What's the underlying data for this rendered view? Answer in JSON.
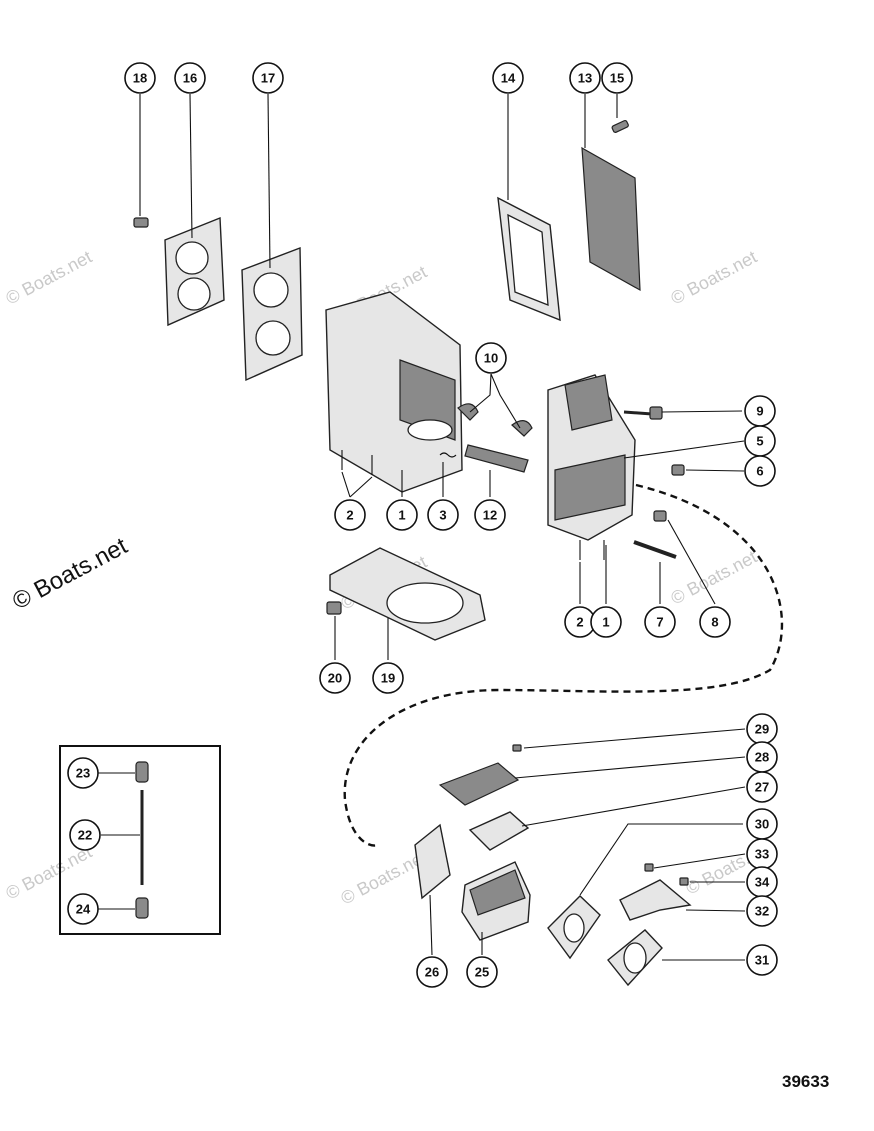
{
  "callouts": [
    {
      "id": "c18",
      "label": "18"
    },
    {
      "id": "c16",
      "label": "16"
    },
    {
      "id": "c17",
      "label": "17"
    },
    {
      "id": "c14",
      "label": "14"
    },
    {
      "id": "c13",
      "label": "13"
    },
    {
      "id": "c15",
      "label": "15"
    },
    {
      "id": "c10",
      "label": "10"
    },
    {
      "id": "c9",
      "label": "9"
    },
    {
      "id": "c5",
      "label": "5"
    },
    {
      "id": "c6",
      "label": "6"
    },
    {
      "id": "c2a",
      "label": "2"
    },
    {
      "id": "c1a",
      "label": "1"
    },
    {
      "id": "c3",
      "label": "3"
    },
    {
      "id": "c12",
      "label": "12"
    },
    {
      "id": "c2b",
      "label": "2"
    },
    {
      "id": "c1b",
      "label": "1"
    },
    {
      "id": "c7",
      "label": "7"
    },
    {
      "id": "c8",
      "label": "8"
    },
    {
      "id": "c20",
      "label": "20"
    },
    {
      "id": "c19",
      "label": "19"
    },
    {
      "id": "c29",
      "label": "29"
    },
    {
      "id": "c28",
      "label": "28"
    },
    {
      "id": "c27",
      "label": "27"
    },
    {
      "id": "c30",
      "label": "30"
    },
    {
      "id": "c33",
      "label": "33"
    },
    {
      "id": "c34",
      "label": "34"
    },
    {
      "id": "c32",
      "label": "32"
    },
    {
      "id": "c31",
      "label": "31"
    },
    {
      "id": "c26",
      "label": "26"
    },
    {
      "id": "c25",
      "label": "25"
    },
    {
      "id": "c23",
      "label": "23"
    },
    {
      "id": "c22",
      "label": "22"
    },
    {
      "id": "c24",
      "label": "24"
    }
  ],
  "watermark_text": "© Boats.net",
  "document_number": "39633"
}
